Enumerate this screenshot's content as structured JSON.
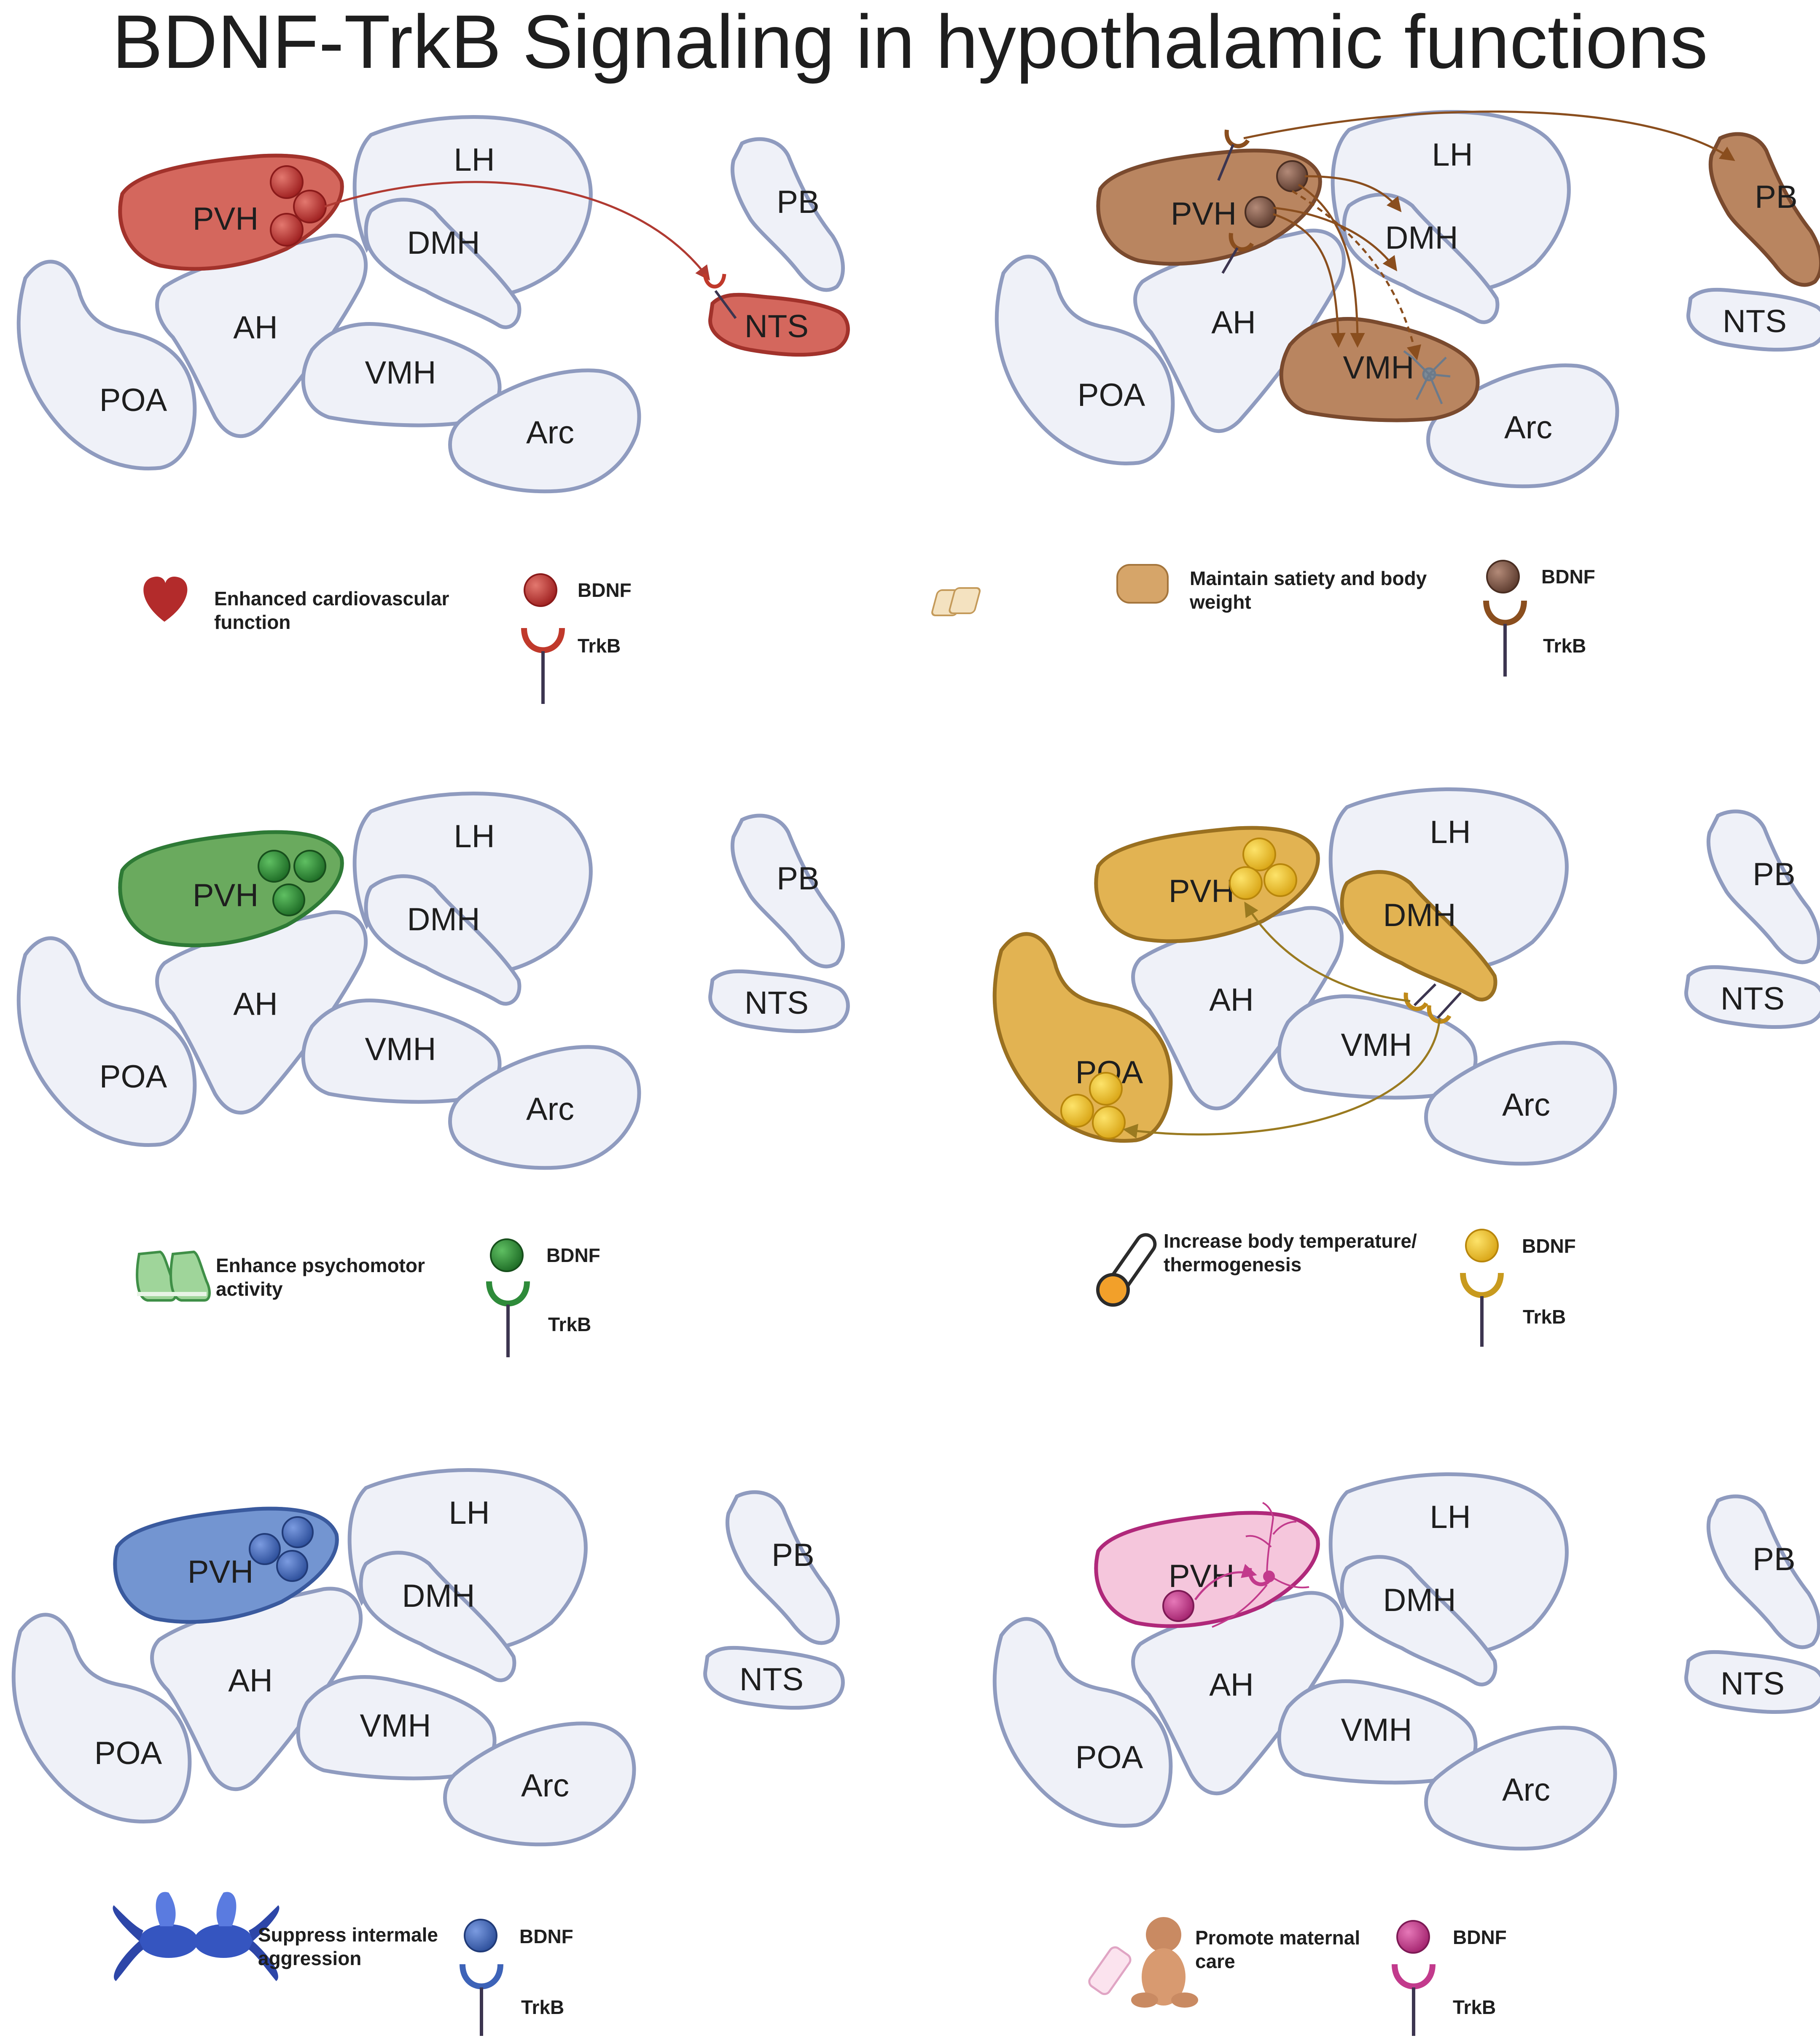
{
  "title": "BDNF-TrkB Signaling in hypothalamic functions",
  "regions": {
    "PVH": "PVH",
    "LH": "LH",
    "DMH": "DMH",
    "AH": "AH",
    "VMH": "VMH",
    "POA": "POA",
    "Arc": "Arc",
    "PB": "PB",
    "NTS": "NTS"
  },
  "ligand_label": "BDNF",
  "receptor_label": "TrkB",
  "panels": [
    {
      "id": "cardio",
      "function_line1": "Enhanced cardiovascular",
      "function_line2": "function",
      "icon": "heart-icon",
      "color": "#c0392b",
      "fill": "#d4675d"
    },
    {
      "id": "satiety",
      "function_line1": "Maintain satiety and body",
      "function_line2": "weight",
      "icon": "bread-icon",
      "color": "#7a4a2e",
      "fill": "#b98560"
    },
    {
      "id": "psycho",
      "function_line1": "Enhance psychomotor",
      "function_line2": "activity",
      "icon": "sneakers-icon",
      "color": "#2e8b3a",
      "fill": "#6aaa5e"
    },
    {
      "id": "thermo",
      "function_line1": "Increase body temperature/",
      "function_line2": "thermogenesis",
      "icon": "thermometer-icon",
      "color": "#e0b020",
      "fill": "#e2b352"
    },
    {
      "id": "aggress",
      "function_line1": "Suppress intermale",
      "function_line2": "aggression",
      "icon": "betta-fish-icon",
      "color": "#3d63b8",
      "fill": "#7395d1"
    },
    {
      "id": "maternal",
      "function_line1": "Promote maternal",
      "function_line2": "care",
      "icon": "baby-bottle-icon",
      "color": "#c23a8c",
      "fill": "#f5c6dc"
    }
  ]
}
